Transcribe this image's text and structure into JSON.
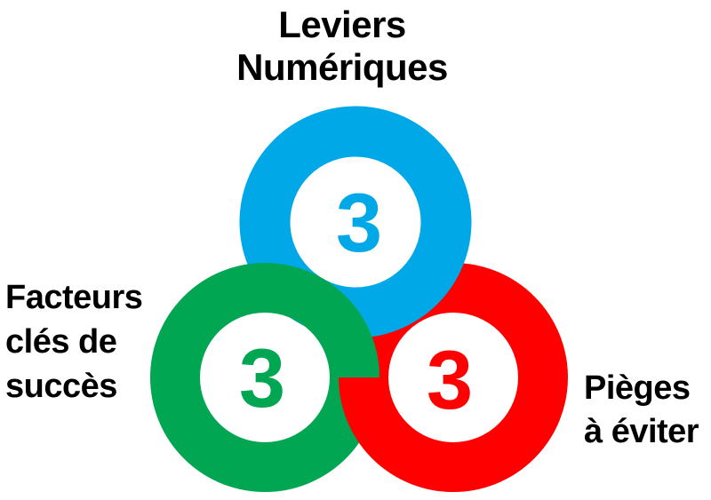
{
  "colors": {
    "blue": "#00A8E8",
    "green": "#00A651",
    "red": "#FE0000",
    "label_text": "#000000",
    "background": "#FFFFFF"
  },
  "title": {
    "lines": [
      "Leviers",
      "Numériques"
    ]
  },
  "labels": {
    "left": {
      "lines": [
        "Facteurs",
        "clés de",
        "succès"
      ]
    },
    "right": {
      "lines": [
        "Pièges",
        "à éviter"
      ]
    }
  },
  "rings": {
    "blue": {
      "value": "3"
    },
    "green": {
      "value": "3"
    },
    "red": {
      "value": "3"
    }
  }
}
